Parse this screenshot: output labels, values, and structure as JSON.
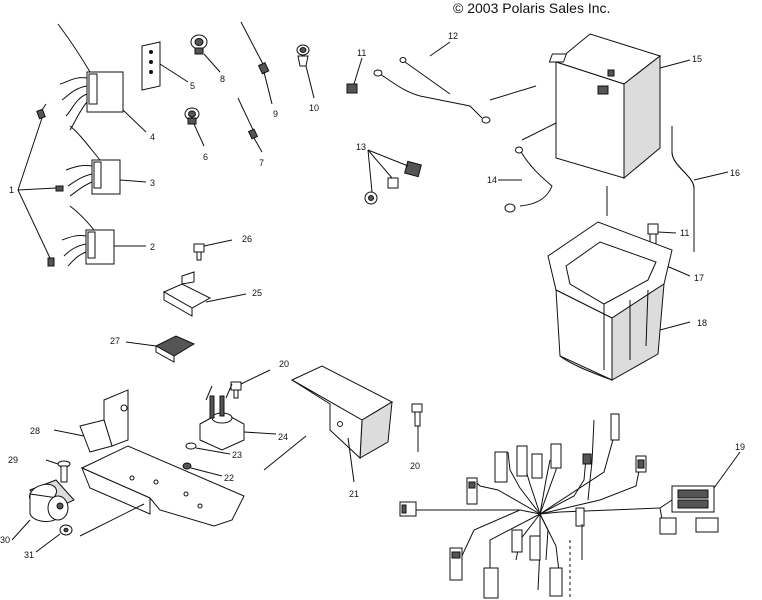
{
  "copyright": "© 2003 Polaris Sales Inc.",
  "callouts": {
    "c1": "1",
    "c2": "2",
    "c3": "3",
    "c4": "4",
    "c5": "5",
    "c6": "6",
    "c7": "7",
    "c8": "8",
    "c9": "9",
    "c10": "10",
    "c11a": "11",
    "c11b": "11",
    "c12": "12",
    "c13": "13",
    "c14": "14",
    "c15": "15",
    "c16": "16",
    "c17": "17",
    "c18": "18",
    "c19": "19",
    "c20a": "20",
    "c20b": "20",
    "c21": "21",
    "c22": "22",
    "c23": "23",
    "c24": "24",
    "c25": "25",
    "c26": "26",
    "c27": "27",
    "c28": "28",
    "c29": "29",
    "c30": "30",
    "c31": "31"
  }
}
